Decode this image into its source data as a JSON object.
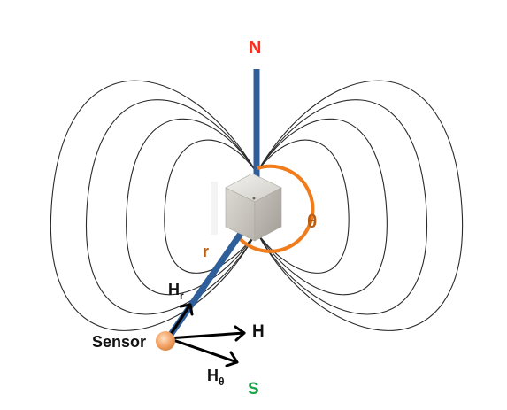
{
  "labels": {
    "north": "N",
    "south": "S",
    "theta": "θ",
    "r": "r",
    "sensor": "Sensor",
    "h": "H",
    "hr_main": "H",
    "hr_sub": "r",
    "htheta_main": "H",
    "htheta_sub": "θ"
  },
  "colors": {
    "north": "#ff2a1a",
    "south": "#1aa34a",
    "theta": "#b85d12",
    "r": "#b85d12",
    "text": "#111111",
    "rod": "#2e5f9a",
    "arc": "#f07c1c",
    "field_line": "#2a2a2a",
    "sensor": "#f0a060"
  },
  "icons": {
    "magnet": "magnet-cube-icon",
    "sensor": "sensor-dot-icon"
  }
}
